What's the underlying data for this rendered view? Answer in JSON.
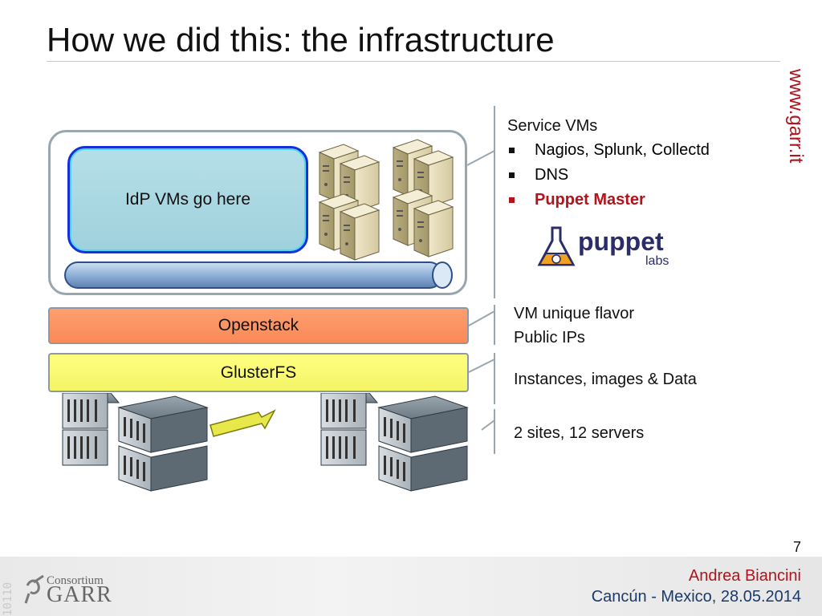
{
  "slide": {
    "title": "How we did this: the infrastructure",
    "website": "www.garr.it",
    "page_number": "7"
  },
  "diagram": {
    "idp_label": "IdP VMs go here",
    "openstack_label": "Openstack",
    "glusterfs_label": "GlusterFS"
  },
  "side_panel": {
    "service_heading": "Service VMs",
    "service_items": [
      {
        "text": "Nagios, Splunk, Collectd"
      },
      {
        "text": "DNS"
      },
      {
        "text": "Puppet Master",
        "highlight": true
      }
    ],
    "puppet_logo": {
      "main": "puppet",
      "sub": "labs"
    },
    "openstack_notes": [
      "VM unique flavor",
      "Public IPs"
    ],
    "gluster_note": "Instances, images & Data",
    "servers_note": "2 sites, 12 servers"
  },
  "footer": {
    "binary": "10110",
    "consortium": "Consortium",
    "garr": "GARR",
    "author": "Andrea Biancini",
    "venue": "Cancún - Mexico, 28.05.2014"
  },
  "colors": {
    "accent_red": "#b0141c",
    "openstack_fill": "#f88a58",
    "glusterfs_fill": "#f4f466",
    "idp_border": "#1430d6"
  }
}
